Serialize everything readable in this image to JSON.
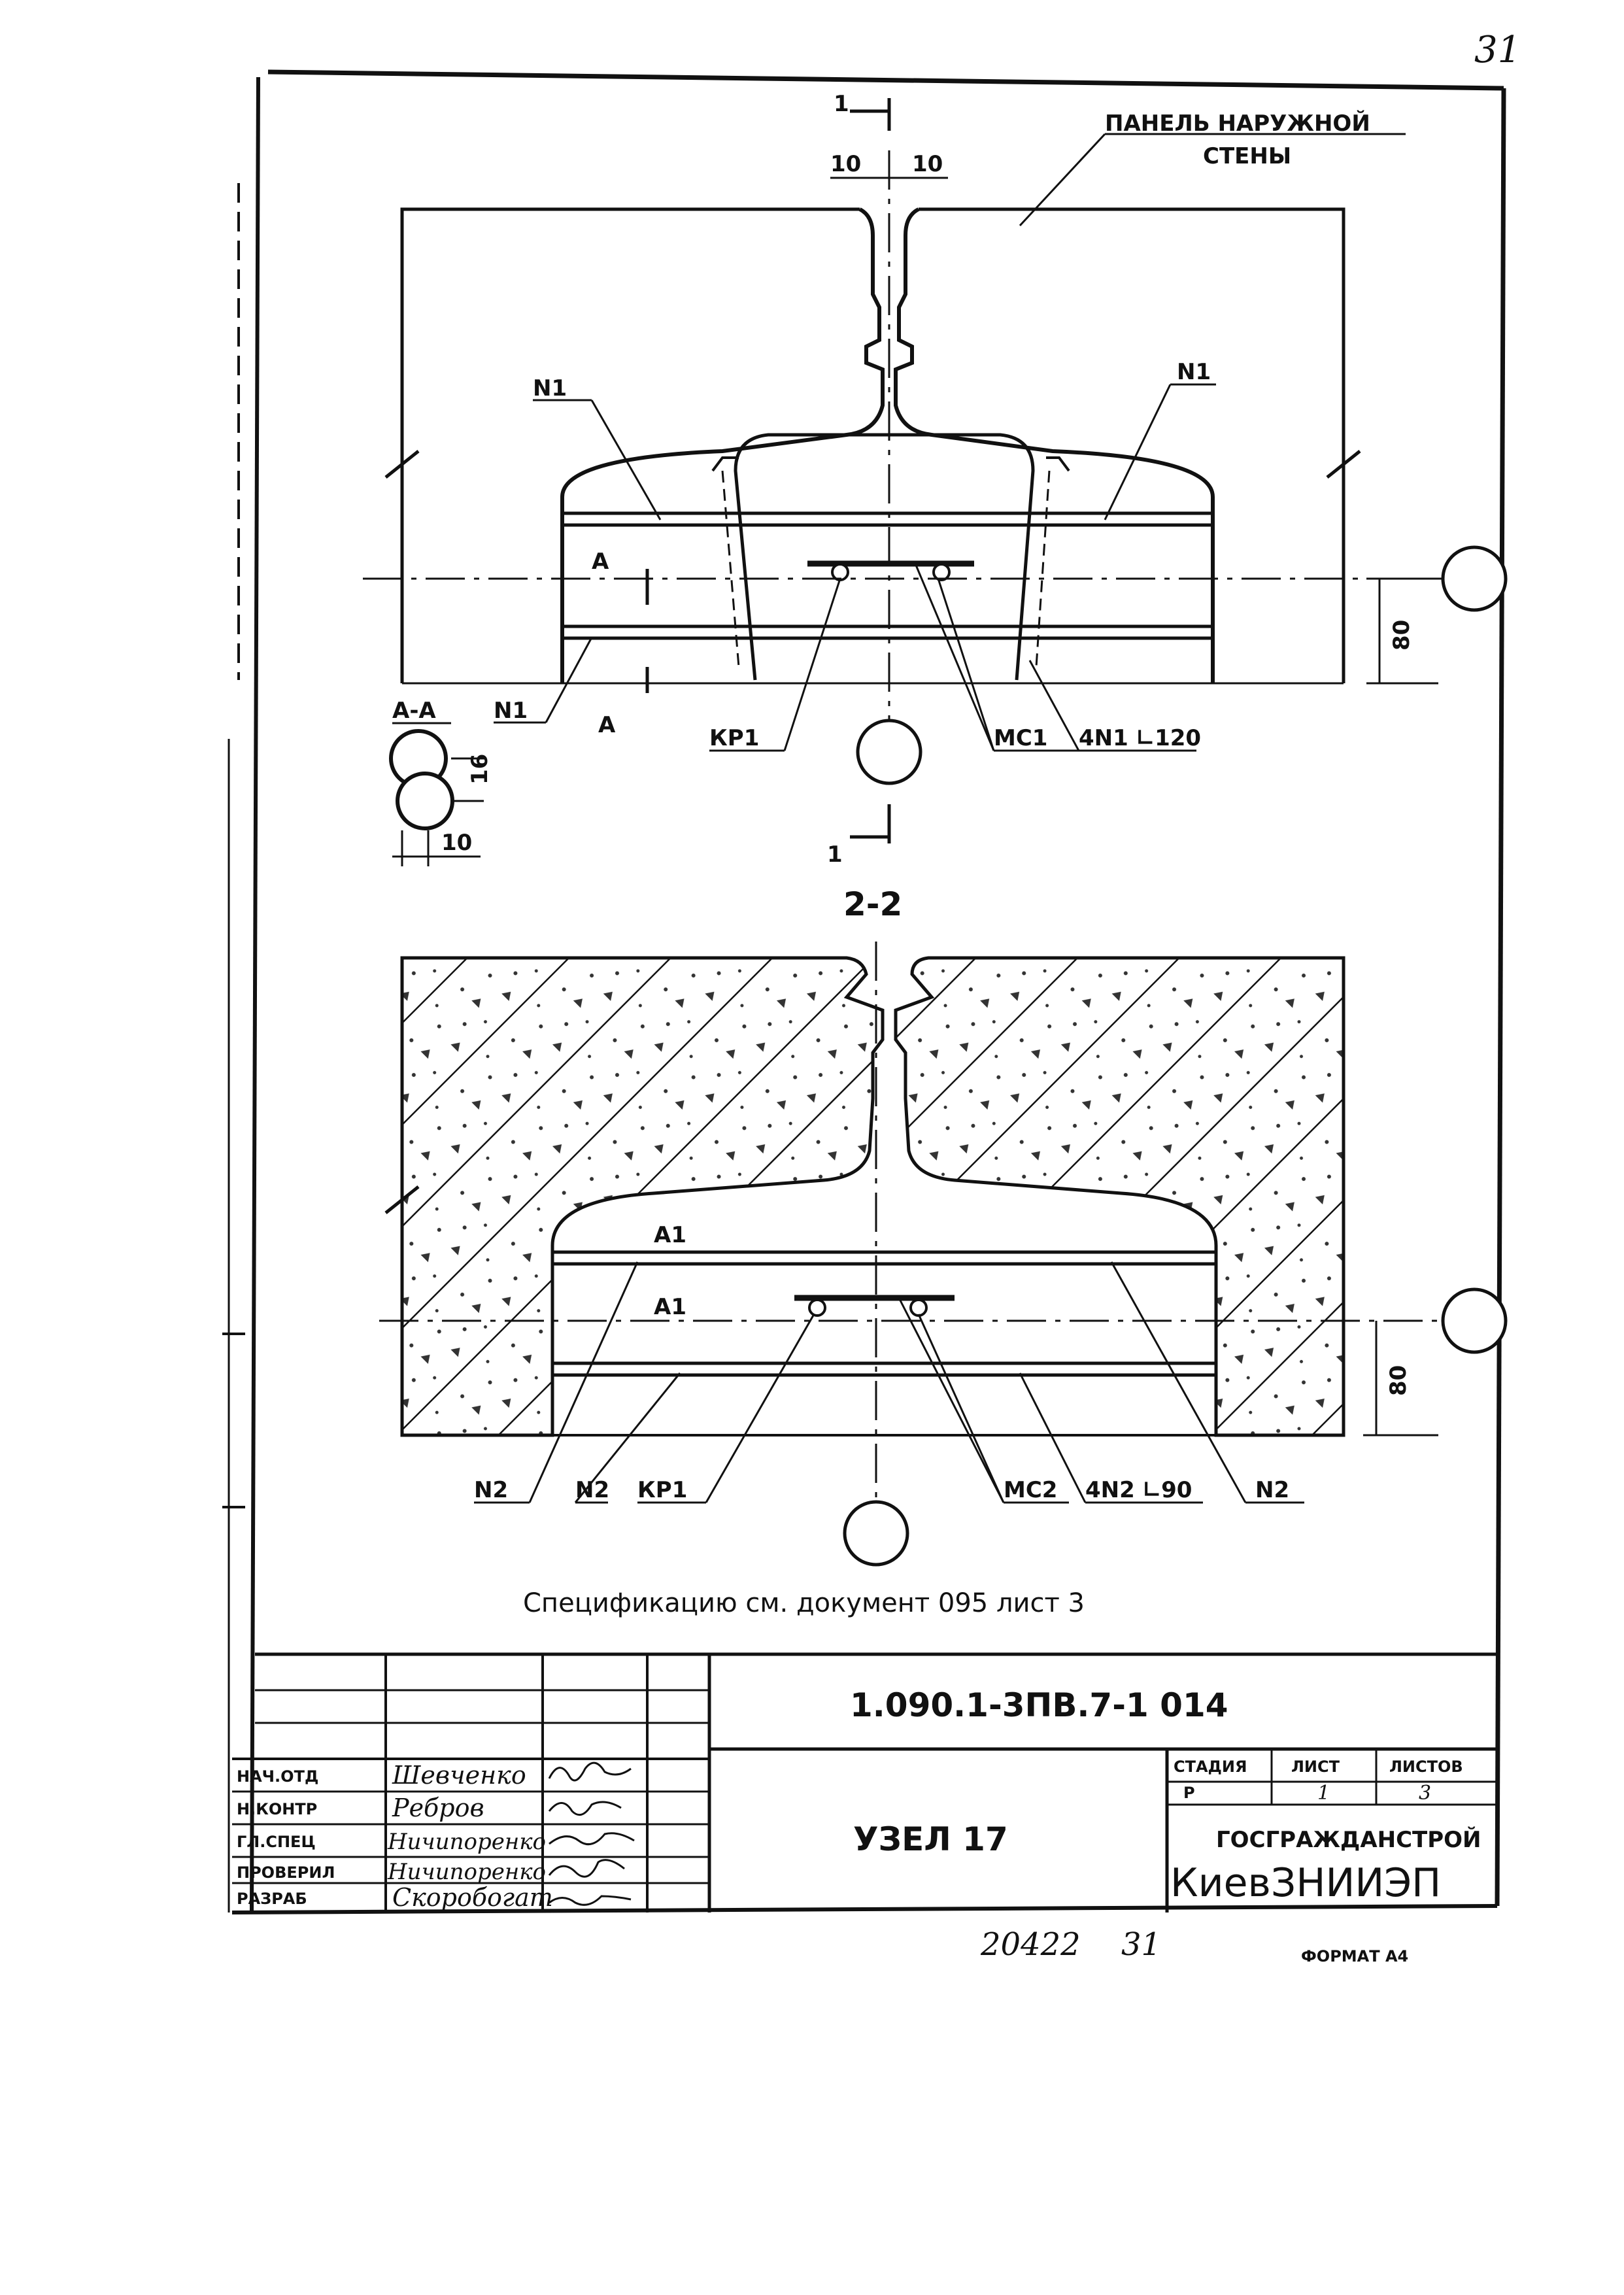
{
  "page_number": "31",
  "top_drawing": {
    "panel_label_line1": "ПАНЕЛЬ НАРУЖНОЙ",
    "panel_label_line2": "СТЕНЫ",
    "section_mark": "1",
    "dim_10_left": "10",
    "dim_10_right": "10",
    "n1_left_top": "N1",
    "n1_right_top": "N1",
    "n1_bottom_left": "N1",
    "mark_a_top": "A",
    "mark_a_bottom": "A",
    "section_aa": "А-А",
    "dim_16": "16",
    "dim_10_detail": "10",
    "kp1": "КР1",
    "mc1": "МС1",
    "angle_120": "4N1 ∟120",
    "dim_80": "80"
  },
  "bottom_drawing": {
    "title": "2-2",
    "a1_top": "A1",
    "a1_bottom": "A1",
    "n2_1": "N2",
    "n2_2": "N2",
    "n2_3": "N2",
    "kp1": "КР1",
    "mc2": "МС2",
    "angle_90": "4N2 ∟90",
    "dim_80": "80"
  },
  "note": "Спецификацию см. документ 095 лист 3",
  "title_block": {
    "doc_code": "1.090.1-3ПВ.7-1 014",
    "title": "УЗЕЛ 17",
    "headers": {
      "stage": "СТАДИЯ",
      "sheet": "ЛИСТ",
      "sheets": "ЛИСТОВ"
    },
    "stage": "Р",
    "sheet": "1",
    "sheets": "3",
    "org_line1": "ГОСГРАЖДАНСТРОЙ",
    "org_line2": "КиевЗНИИЭП",
    "roles": [
      {
        "role": "НАЧ.ОТД",
        "name": "Шевченко"
      },
      {
        "role": "Н.КОНТР",
        "name": "Ребров"
      },
      {
        "role": "ГЛ.СПЕЦ",
        "name": "Ничипоренко"
      },
      {
        "role": "ПРОВЕРИЛ",
        "name": "Ничипоренко"
      },
      {
        "role": "РАЗРАБ",
        "name": "Скоробогат"
      }
    ]
  },
  "bottom_footer": {
    "inventory": "20422",
    "copy_sheet": "31",
    "format": "ФОРМАТ А4"
  }
}
